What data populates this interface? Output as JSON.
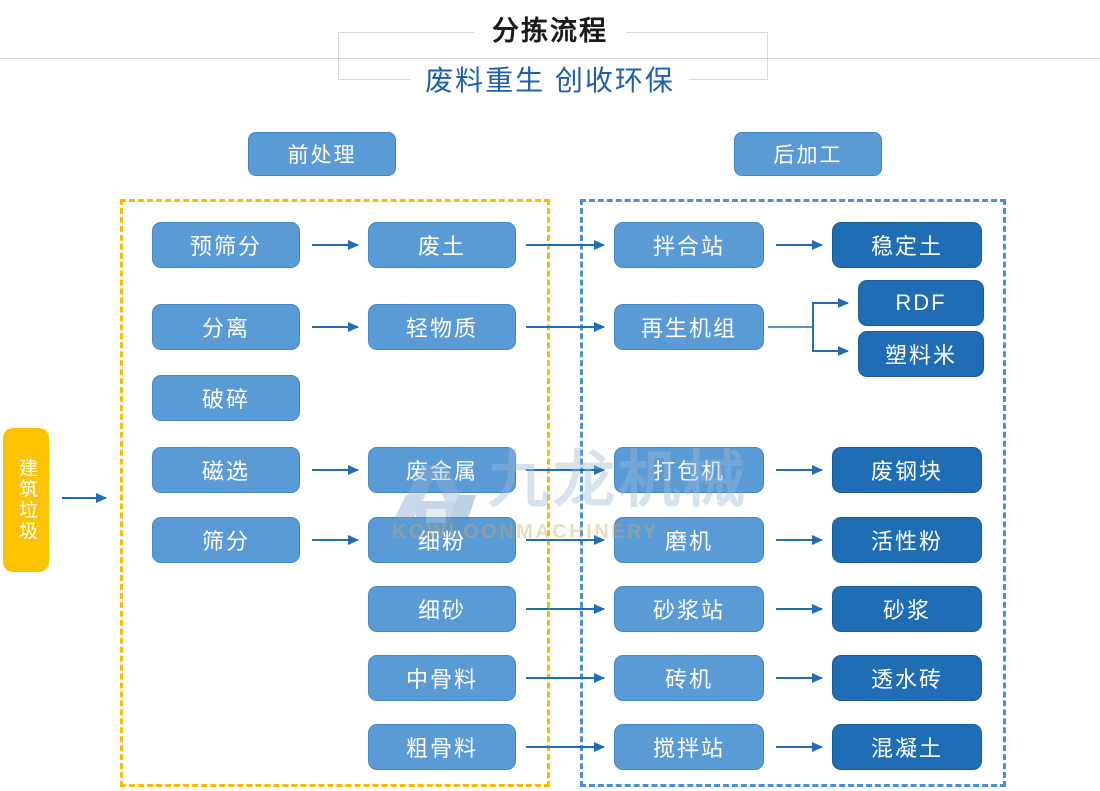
{
  "header": {
    "title": "分拣流程",
    "subtitle": "废料重生 创收环保"
  },
  "stages": {
    "pre_label": "前处理",
    "post_label": "后加工"
  },
  "input": {
    "label": "建筑垃圾"
  },
  "columns": {
    "process_1": [
      {
        "label": "预筛分"
      },
      {
        "label": "分离"
      },
      {
        "label": "破碎"
      },
      {
        "label": "磁选"
      },
      {
        "label": "筛分"
      }
    ],
    "material_2": [
      {
        "label": "废土"
      },
      {
        "label": "轻物质"
      },
      {
        "label": "废金属"
      },
      {
        "label": "细粉"
      },
      {
        "label": "细砂"
      },
      {
        "label": "中骨料"
      },
      {
        "label": "粗骨料"
      }
    ],
    "equipment_3": [
      {
        "label": "拌合站"
      },
      {
        "label": "再生机组"
      },
      {
        "label": "打包机"
      },
      {
        "label": "磨机"
      },
      {
        "label": "砂浆站"
      },
      {
        "label": "砖机"
      },
      {
        "label": "搅拌站"
      }
    ],
    "product_4": [
      {
        "label": "稳定土"
      },
      {
        "label": "RDF"
      },
      {
        "label": "塑料米"
      },
      {
        "label": "废钢块"
      },
      {
        "label": "活性粉"
      },
      {
        "label": "砂浆"
      },
      {
        "label": "透水砖"
      },
      {
        "label": "混凝土"
      }
    ]
  },
  "watermark": {
    "cn": "九龙机械",
    "en": "KOWLOONMACHINERY"
  },
  "colors": {
    "node_light": "#5B9BD5",
    "node_dark": "#1F6DB4",
    "input_yellow": "#FDC300",
    "group_pre_border": "#FBBA00",
    "group_post_border": "#4A90D9",
    "arrow": "#1F6DB4",
    "subtitle": "#1C5FAF"
  }
}
